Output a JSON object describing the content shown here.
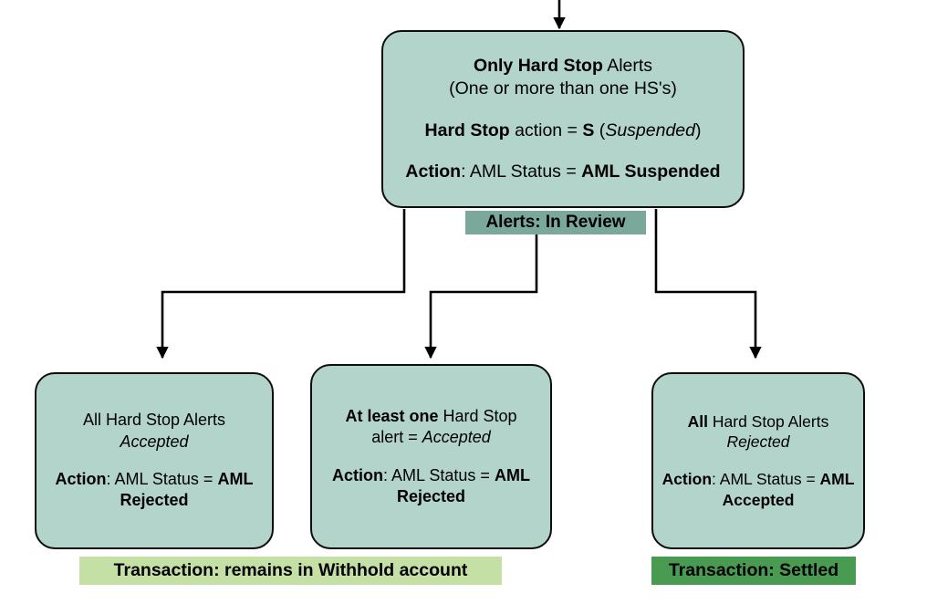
{
  "diagram": {
    "title": "Only Hard Stop Alerts decision flow",
    "colors": {
      "node_fill": "#b3d4ca",
      "node_stroke": "#0d0d0d",
      "badge_fill": "#7aa99b",
      "banner_withhold_fill": "#c5e0a5",
      "banner_settled_fill": "#4a9b52",
      "connector": "#000000"
    }
  },
  "main_node": {
    "line1_bold": "Only Hard Stop",
    "line1_rest": " Alerts",
    "line2": "(One or more than one HS's)",
    "line3_bold": "Hard Stop",
    "line3_mid": " action = ",
    "line3_s": "S",
    "line3_open": " (",
    "line3_italic": "Suspended",
    "line3_close": ")",
    "line4_bold": "Action",
    "line4_mid": ": AML Status = ",
    "line4_value": "AML Suspended"
  },
  "badge": {
    "label": "Alerts: In Review"
  },
  "branches": [
    {
      "id": "left",
      "line1_bold": "",
      "line1_rest": "All Hard Stop Alerts",
      "line2_italic": "Accepted",
      "action_bold": "Action",
      "action_mid": ": AML Status = ",
      "action_value": "AML Rejected"
    },
    {
      "id": "middle",
      "line1_bold": "At least one",
      "line1_rest": " Hard Stop",
      "line2_plain": "alert = ",
      "line2_italic": "Accepted",
      "action_bold": "Action",
      "action_mid": ": AML Status = ",
      "action_value": "AML Rejected"
    },
    {
      "id": "right",
      "line1_bold": "All",
      "line1_rest": " Hard Stop Alerts",
      "line2_italic": "Rejected",
      "action_bold": "Action",
      "action_mid": ": AML Status = ",
      "action_value": "AML Accepted"
    }
  ],
  "banners": [
    {
      "id": "withhold",
      "label": "Transaction: remains in Withhold account"
    },
    {
      "id": "settled",
      "label": "Transaction: Settled"
    }
  ]
}
